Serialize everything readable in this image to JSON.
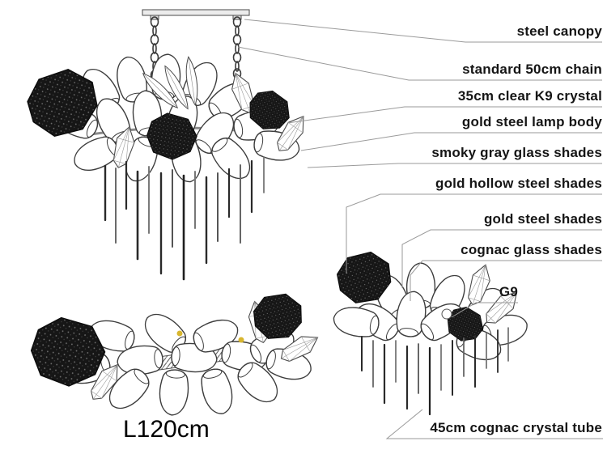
{
  "colors": {
    "background": "#ffffff",
    "drawing_line": "#3d3d3d",
    "leader_line": "#9a9a9a",
    "mesh_dark": "#161616",
    "bulb_yellow": "#d8b62f"
  },
  "drawing": {
    "dimension_label": "L120cm"
  },
  "annotations": [
    {
      "text": "steel canopy"
    },
    {
      "text": "standard 50cm chain"
    },
    {
      "text": "35cm clear K9 crystal"
    },
    {
      "text": "gold steel lamp body"
    },
    {
      "text": "smoky gray glass shades"
    },
    {
      "text": "gold hollow steel shades"
    },
    {
      "text": "gold steel shades"
    },
    {
      "text": "cognac glass shades"
    },
    {
      "text": "G9"
    },
    {
      "text": "45cm cognac crystal tube"
    }
  ]
}
